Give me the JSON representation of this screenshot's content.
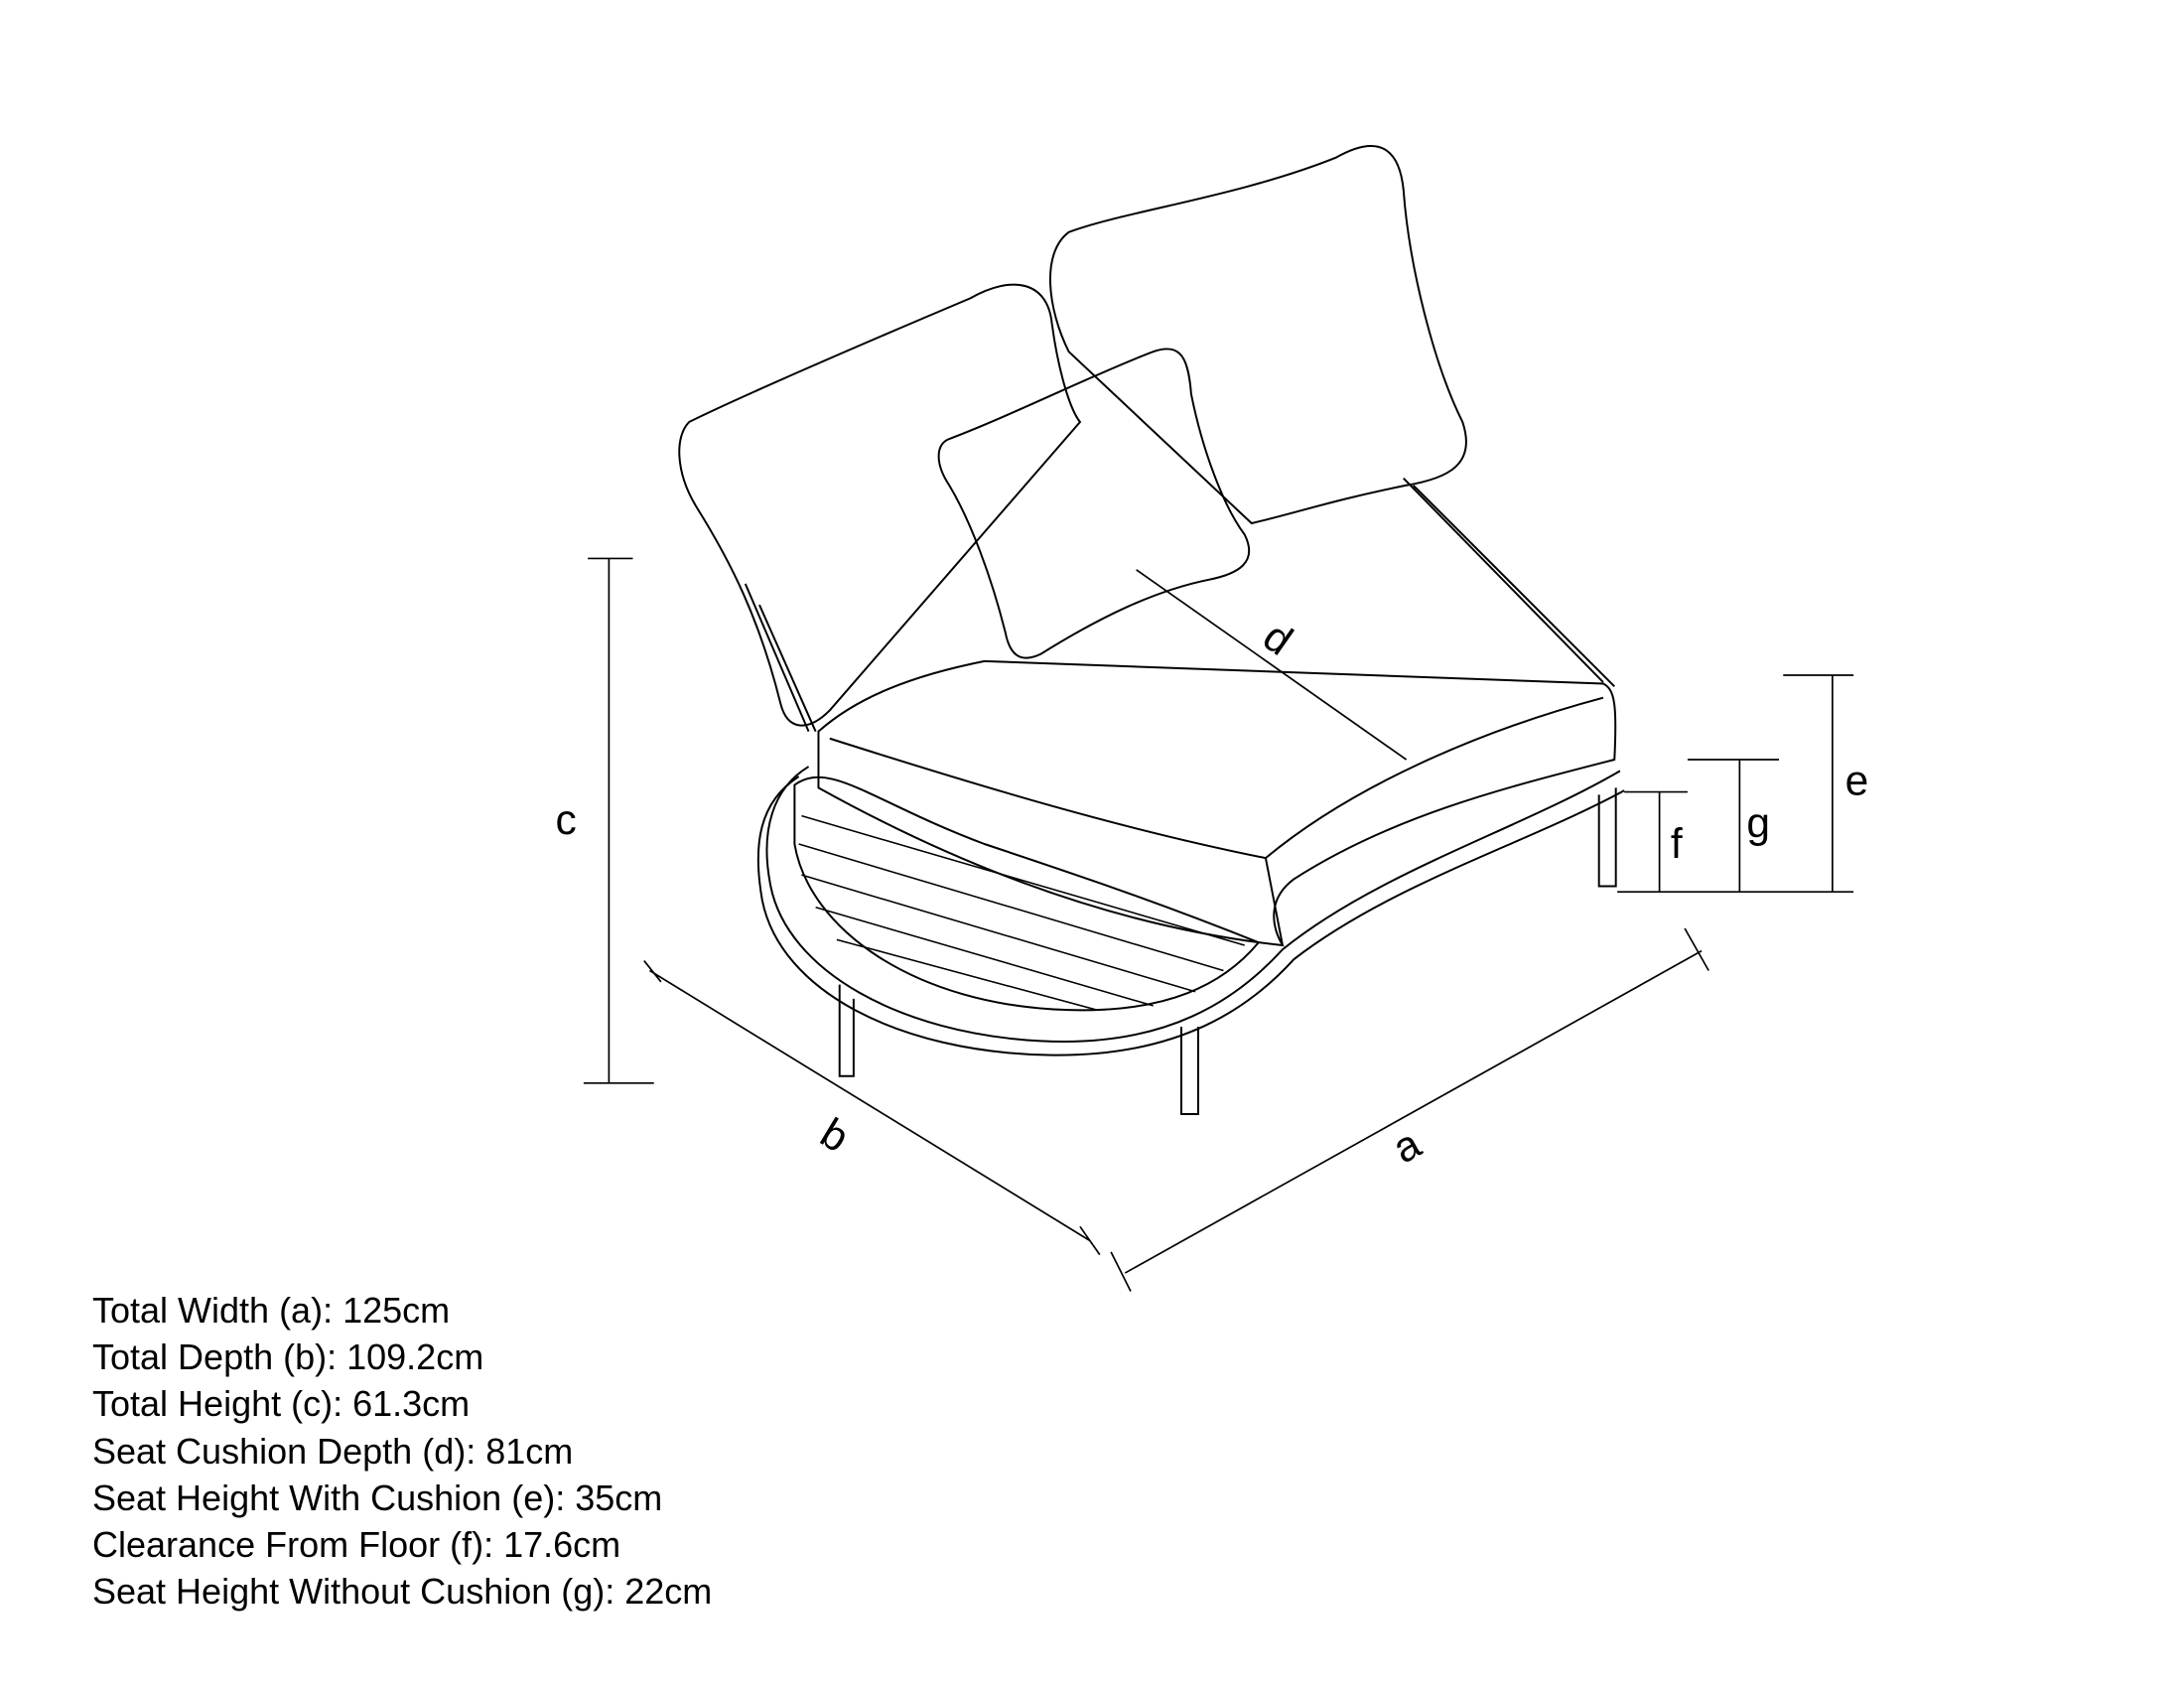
{
  "diagram": {
    "labels": {
      "a": "a",
      "b": "b",
      "c": "c",
      "d": "d",
      "e": "e",
      "f": "f",
      "g": "g"
    }
  },
  "specs": [
    {
      "text": "Total Width (a): 125cm"
    },
    {
      "text": "Total Depth (b): 109.2cm"
    },
    {
      "text": "Total Height (c): 61.3cm"
    },
    {
      "text": "Seat Cushion Depth (d): 81cm"
    },
    {
      "text": "Seat Height With Cushion (e): 35cm"
    },
    {
      "text": "Clearance From Floor (f): 17.6cm"
    },
    {
      "text": "Seat Height Without Cushion (g): 22cm"
    }
  ]
}
